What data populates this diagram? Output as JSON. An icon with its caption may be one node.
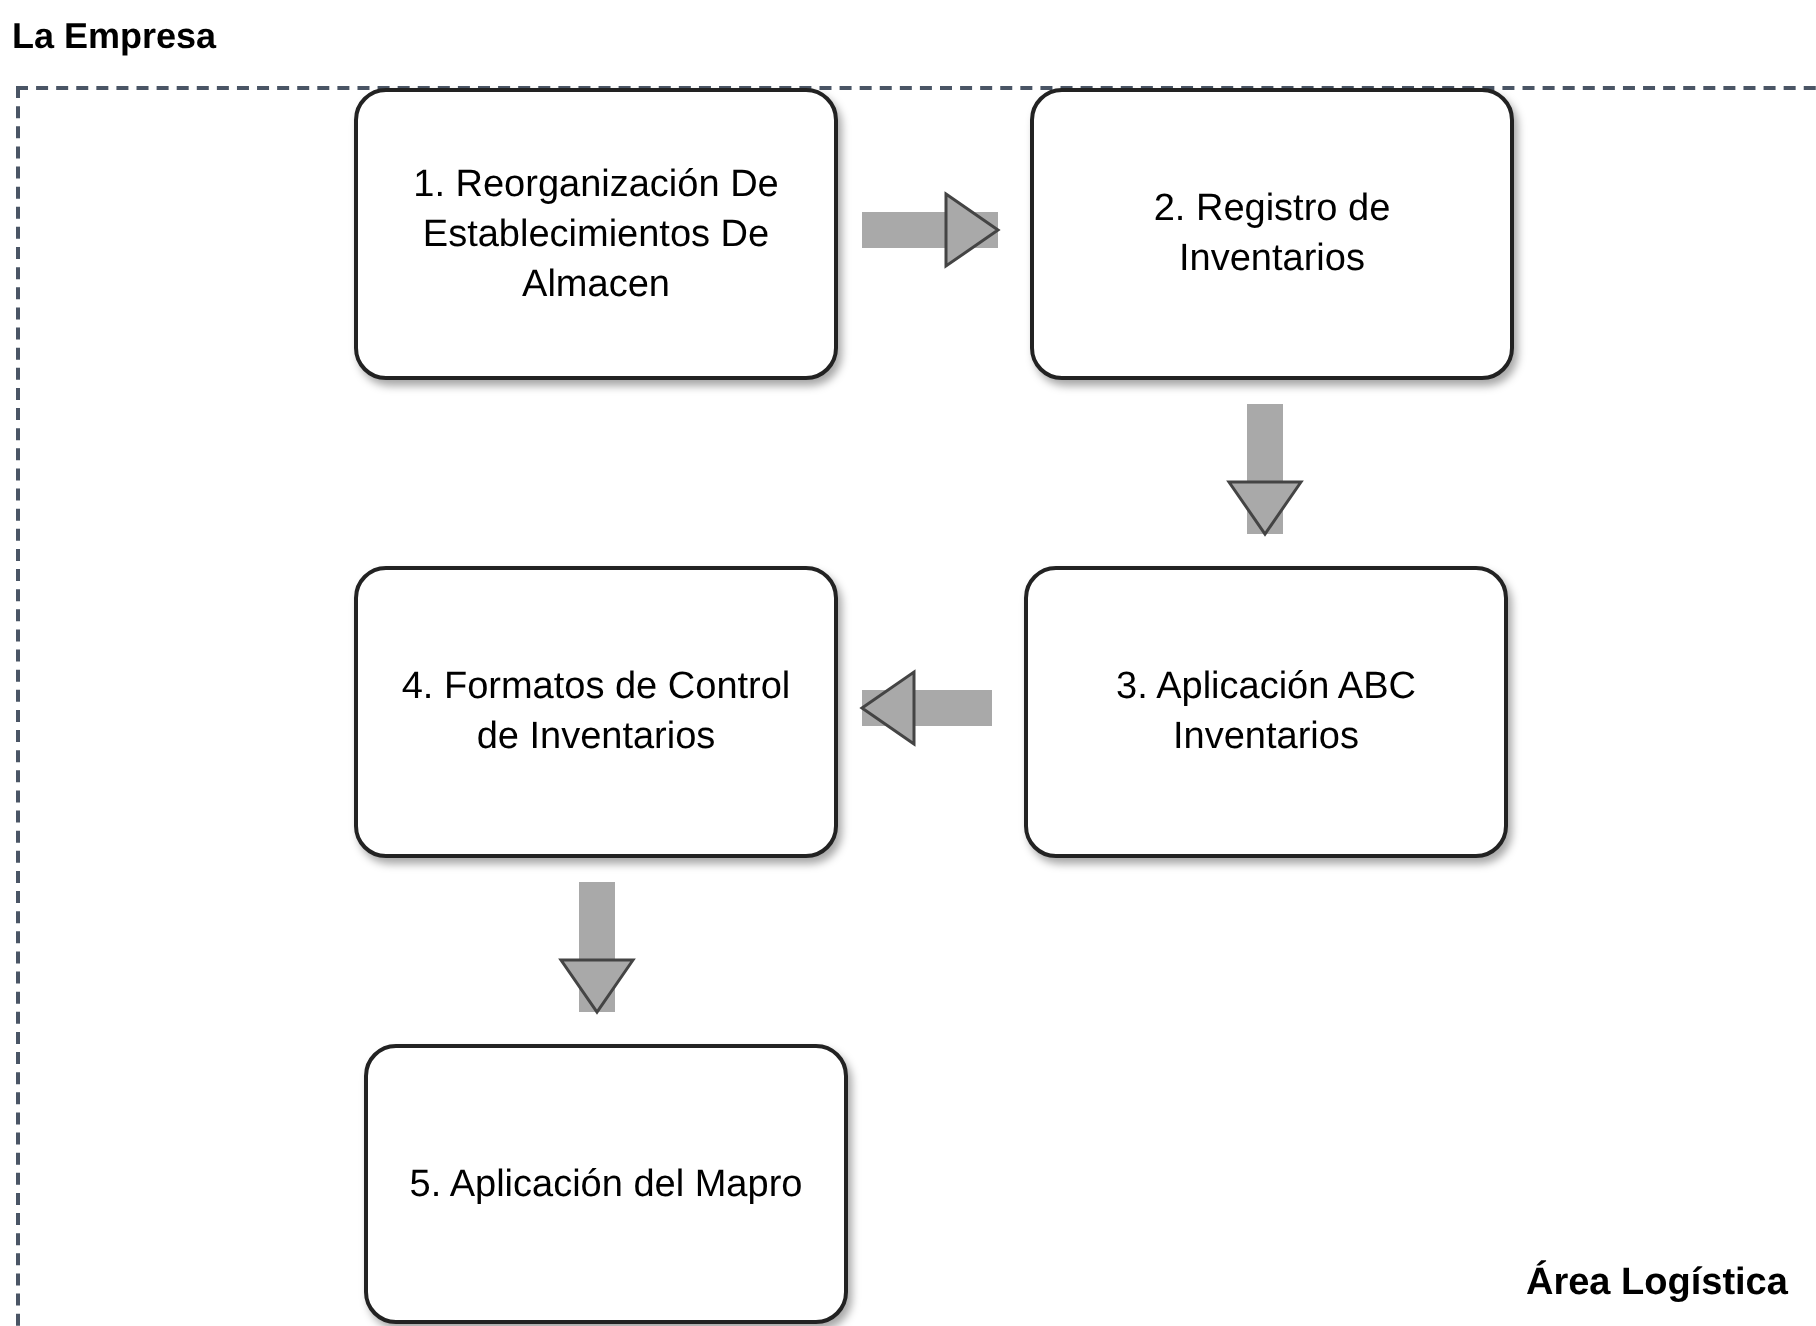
{
  "diagram": {
    "nodes": [
      {
        "text": [
          "La Empresa",
          "Área Logística"
        ]
      },
      {
        "text": [
          "1. Reorganización De Establecimientos De Almacen"
        ],
        "in": 0
      },
      {
        "text": [
          "2. Registro de Inventarios"
        ],
        "in": 0
      },
      {
        "text": [
          "3. Aplicación ABC Inventarios"
        ],
        "in": 0
      },
      {
        "text": [
          "4. Formatos de Control de Inventarios"
        ],
        "in": 0
      },
      {
        "text": [
          "5. Aplicación del Mapro"
        ],
        "in": 0
      }
    ],
    "edges": [
      {
        "from": 1,
        "to": 2,
        "arrow": "to"
      },
      {
        "from": 2,
        "to": 3,
        "arrow": "to"
      },
      {
        "from": 3,
        "to": 4,
        "arrow": "to"
      },
      {
        "from": 4,
        "to": 5,
        "arrow": "to"
      }
    ]
  }
}
